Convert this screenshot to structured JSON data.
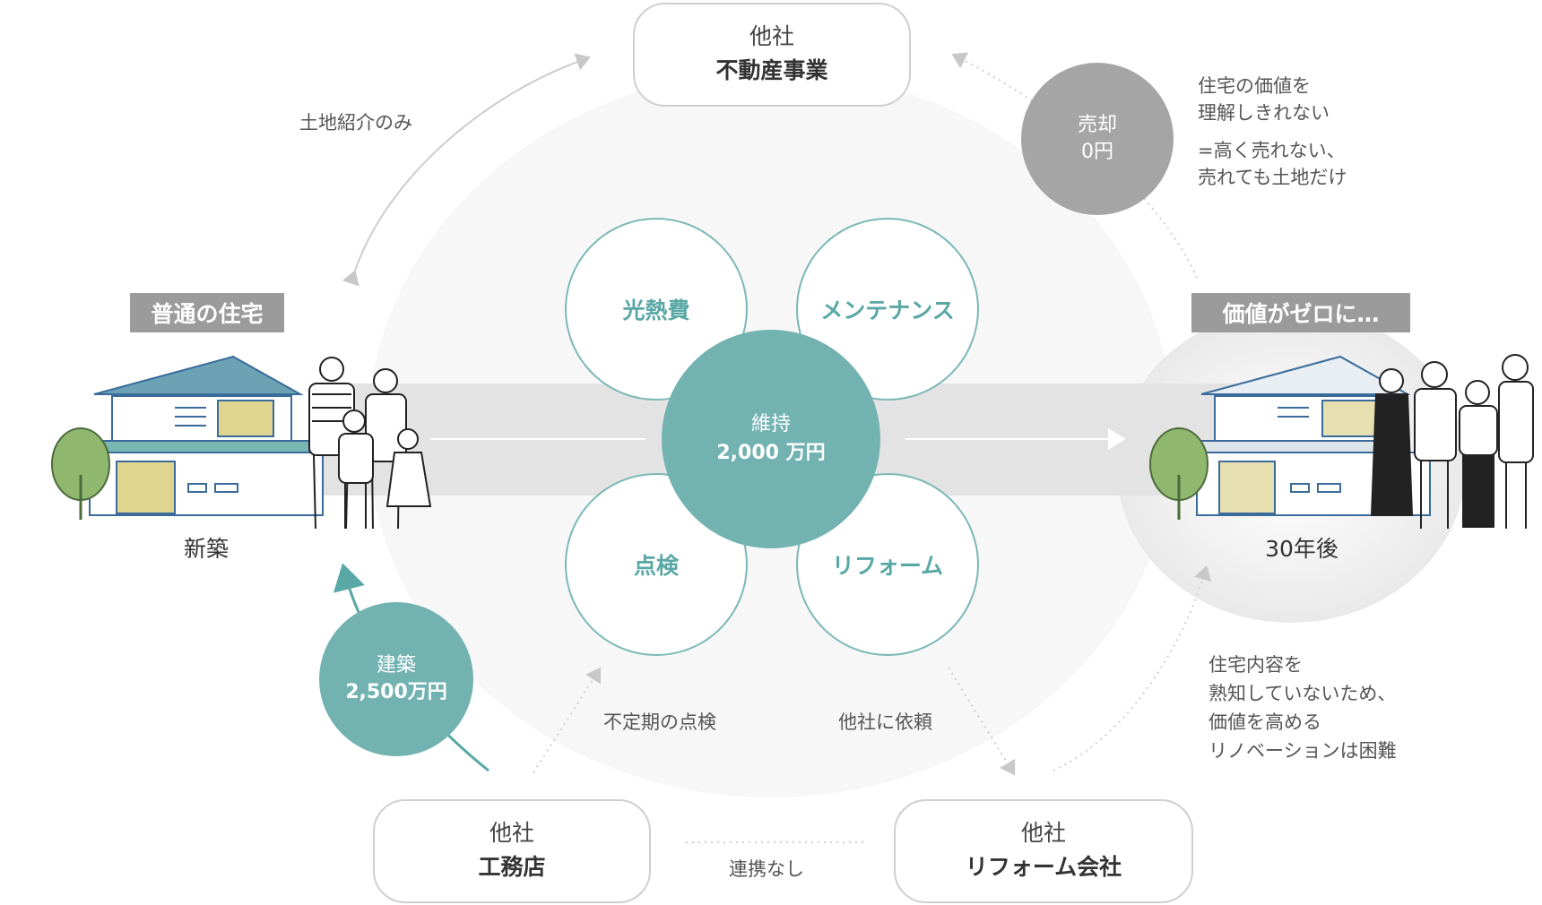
{
  "top_company": {
    "line1": "他社",
    "line2": "不動産事業"
  },
  "bottom_left_company": {
    "line1": "他社",
    "line2": "工務店"
  },
  "bottom_right_company": {
    "line1": "他社",
    "line2": "リフォーム会社"
  },
  "left_house": {
    "tag": "普通の住宅",
    "caption": "新築"
  },
  "right_house": {
    "tag": "価値がゼロに…",
    "caption": "30年後"
  },
  "center": {
    "line1": "維持",
    "line2": "2,000 万円"
  },
  "petals": [
    "光熱費",
    "メンテナンス",
    "点検",
    "リフォーム"
  ],
  "build_circle": {
    "line1": "建築",
    "line2": "2,500万円"
  },
  "sell_circle": {
    "line1": "売却",
    "line2": "0円"
  },
  "notes": {
    "land_only": "土地紹介のみ",
    "value_unknown_1": "住宅の価値を",
    "value_unknown_2": "理解しきれない",
    "sell_low_1": "=高く売れない、",
    "sell_low_2": "売れても土地だけ",
    "renovation_1": "住宅内容を",
    "renovation_2": "熟知していないため、",
    "renovation_3": "価値を高める",
    "renovation_4": "リノベーションは困難",
    "irregular_check": "不定期の点検",
    "request_other": "他社に依頼",
    "no_cooperation": "連携なし"
  },
  "colors": {
    "teal": "#72b3b1",
    "teal_text": "#5aa8a5",
    "gray_tag": "#9b9b9b",
    "gray_circle": "#a5a5a5",
    "band": "#e3e3e3"
  },
  "icons": [
    "house-illustration",
    "family-illustration",
    "tree-illustration",
    "elderly-family-illustration"
  ]
}
